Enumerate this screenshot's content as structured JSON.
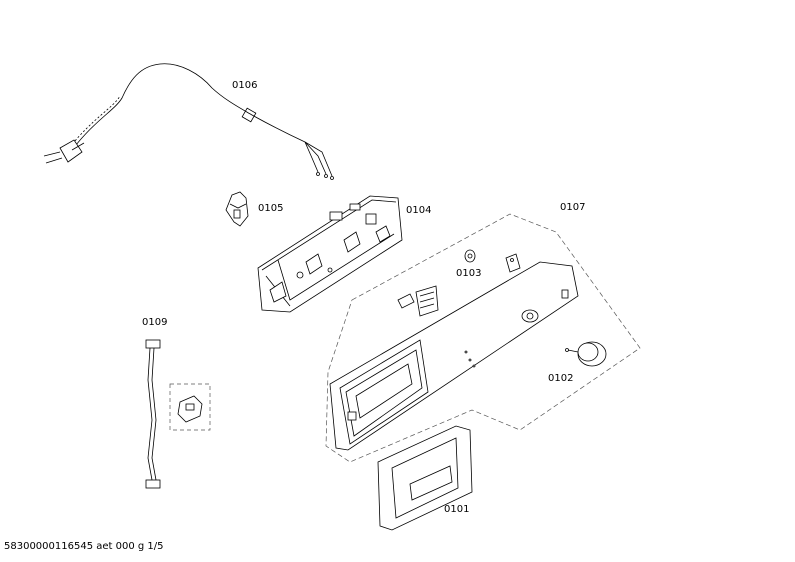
{
  "parts": [
    {
      "id": "cord",
      "label": "0106"
    },
    {
      "id": "plug",
      "label": "0105"
    },
    {
      "id": "module",
      "label": "0104"
    },
    {
      "id": "panel",
      "label": "0107"
    },
    {
      "id": "indicator",
      "label": "0103"
    },
    {
      "id": "knob",
      "label": "0102"
    },
    {
      "id": "harness",
      "label": "0109"
    },
    {
      "id": "drawer",
      "label": "0101"
    }
  ],
  "footer": "58300000116545 aet 000 g 1/5"
}
